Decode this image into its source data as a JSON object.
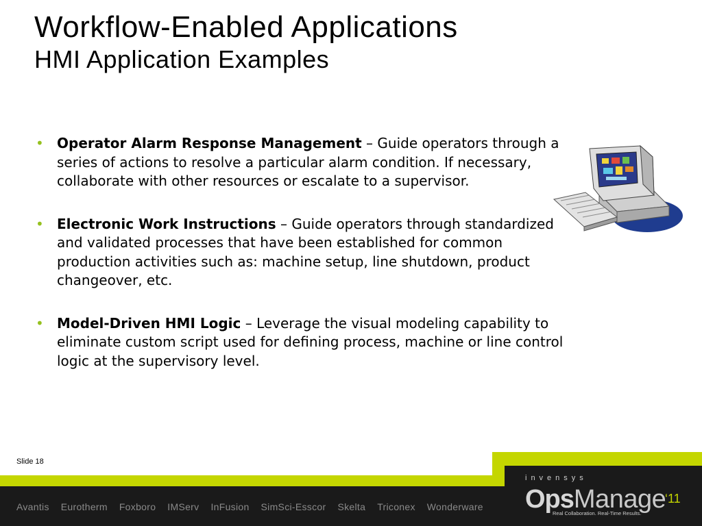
{
  "slide": {
    "title": "Workflow-Enabled Applications",
    "subtitle": "HMI Application Examples"
  },
  "bullets": [
    {
      "heading": "Operator Alarm Response Management",
      "text": " – Guide operators through a series of actions to resolve a particular alarm condition. If necessary, collaborate with other resources or escalate to a supervisor."
    },
    {
      "heading": "Electronic Work Instructions",
      "text": " – Guide operators through standardized and validated processes that have been established for common production activities such as: machine setup, line shutdown, product changeover, etc."
    },
    {
      "heading": "Model-Driven HMI Logic",
      "text": " – Leverage the visual modeling capability to eliminate custom script used for defining process, machine or line control logic at the supervisory level."
    }
  ],
  "bullet_symbol": "•",
  "footer": {
    "slide_number": "Slide 18",
    "brands": [
      "Avantis",
      "Eurotherm",
      "Foxboro",
      "IMServ",
      "InFusion",
      "SimSci-Esscor",
      "Skelta",
      "Triconex",
      "Wonderware"
    ],
    "company": "invensys",
    "logo_ops": "Ops",
    "logo_manage": "Manage",
    "logo_year": "‘11",
    "tagline": "Real Collaboration. Real-Time Results."
  },
  "colors": {
    "accent_green": "#c4d600",
    "bullet_green": "#95c11f",
    "footer_dark": "#1a1a1a"
  },
  "icons": [
    "computer-workstation-icon",
    "bullet-dot-icon"
  ]
}
